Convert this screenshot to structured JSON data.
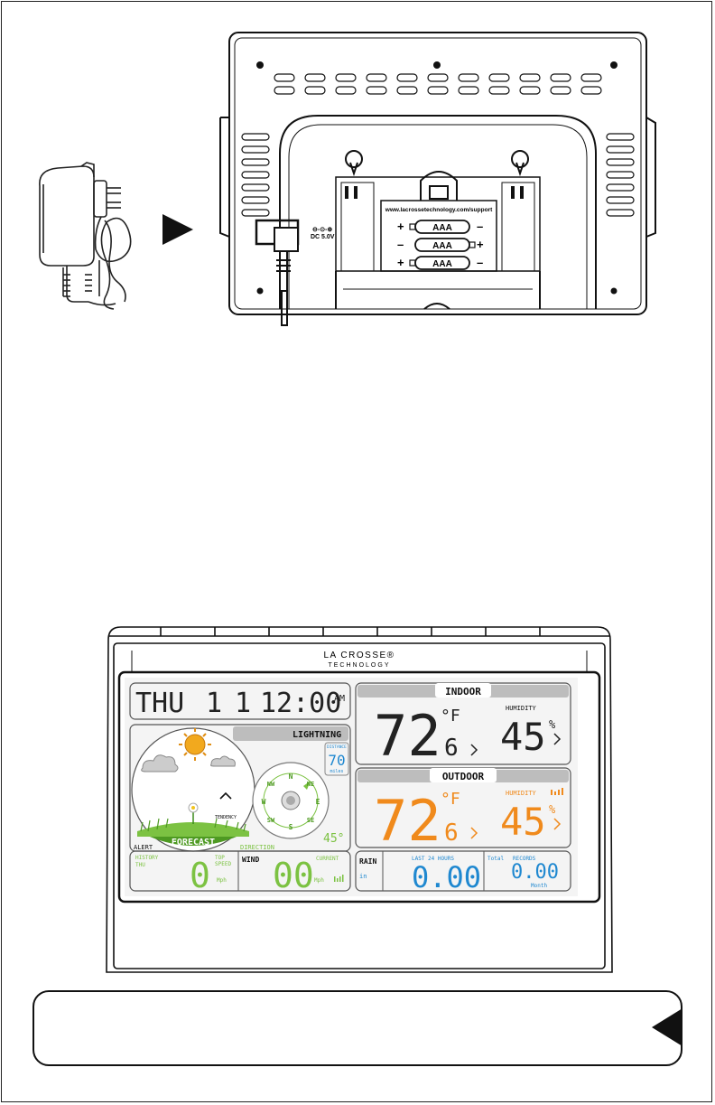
{
  "back_view": {
    "support_url": "www.lacrossetechnology.com/support",
    "batteries": [
      {
        "label": "AAA",
        "left_sign": "+",
        "right_sign": "–"
      },
      {
        "label": "AAA",
        "left_sign": "–",
        "right_sign": "+"
      },
      {
        "label": "AAA",
        "left_sign": "+",
        "right_sign": "–"
      }
    ],
    "dc_symbol": "⊖-⊙-⊕",
    "dc_label": "DC 5.0V"
  },
  "front_view": {
    "brand_name": "LA CROSSE®",
    "brand_sub": "TECHNOLOGY",
    "time": {
      "day": "THU",
      "month": "1",
      "date": "1",
      "clock": "12:00",
      "ampm": "AM"
    },
    "lightning": {
      "title": "LIGHTNING",
      "distance_label": "DISTANCE",
      "distance_value": "70",
      "distance_unit": "miles"
    },
    "forecast": {
      "label": "FORECAST",
      "tendency": "TENDENCY",
      "alert": "ALERT",
      "direction": "DIRECTION"
    },
    "compass": {
      "points": [
        "N",
        "NE",
        "E",
        "SE",
        "S",
        "SW",
        "W",
        "NW"
      ],
      "degrees": "45°"
    },
    "indoor": {
      "title": "INDOOR",
      "temp": "72",
      "temp_decimal": "6",
      "unit": "°F",
      "humidity_label": "HUMIDITY",
      "humidity": "45",
      "humidity_unit": "%"
    },
    "outdoor": {
      "title": "OUTDOOR",
      "temp": "72",
      "temp_decimal": "6",
      "unit": "°F",
      "humidity_label": "HUMIDITY",
      "humidity": "45",
      "humidity_unit": "%"
    },
    "wind": {
      "history": "HISTORY",
      "history_day": "THU",
      "top_speed_1": "TOP",
      "top_speed_2": "SPEED",
      "top_value": "0",
      "mph_1": "Mph",
      "label": "WIND",
      "current_value": "00",
      "current_label": "CURRENT",
      "mph_2": "Mph"
    },
    "rain": {
      "label": "RAIN",
      "unit": "in",
      "last24_label": "LAST 24 HOURS",
      "last24_value": "0.00",
      "total_label": "Total",
      "records_label": "RECORDS",
      "records_value": "0.00",
      "month_label": "Month"
    }
  },
  "colors": {
    "orange": "#f08a1c",
    "blue": "#1f88d0",
    "green": "#7cc242",
    "lcd_bg": "#f4f4f4",
    "panel_grey": "#bdbdbd"
  }
}
